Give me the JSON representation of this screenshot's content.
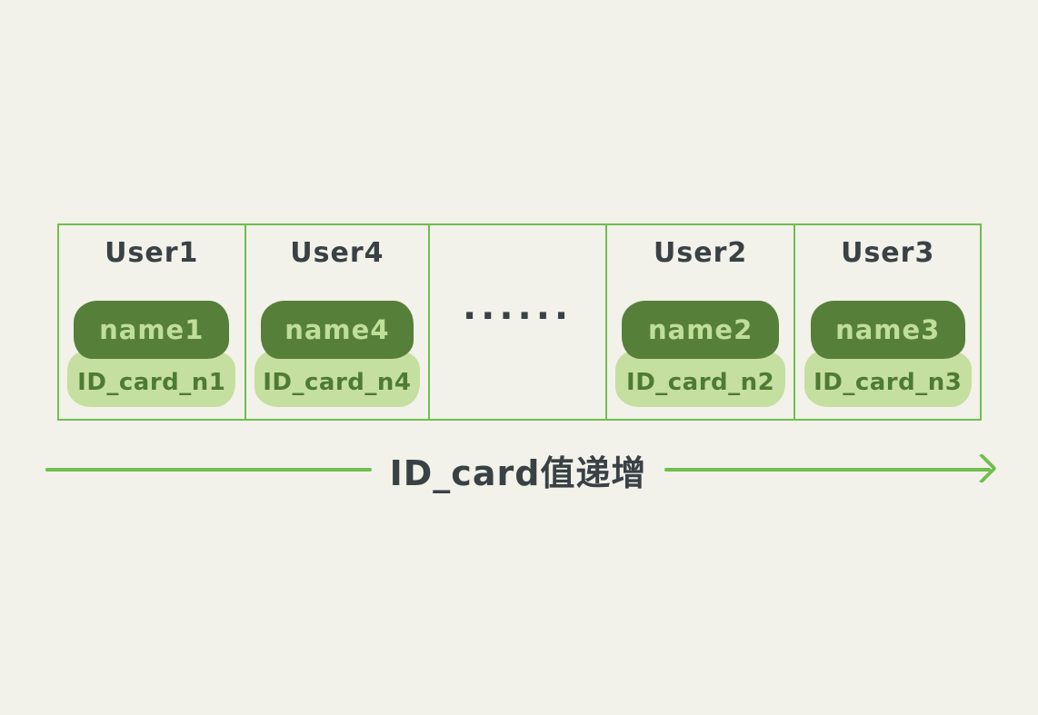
{
  "diagram": {
    "columns": [
      {
        "type": "user",
        "user": "User1",
        "name": "name1",
        "id_card": "ID_card_n1"
      },
      {
        "type": "user",
        "user": "User4",
        "name": "name4",
        "id_card": "ID_card_n4"
      },
      {
        "type": "ellipsis",
        "label": "······"
      },
      {
        "type": "user",
        "user": "User2",
        "name": "name2",
        "id_card": "ID_card_n2"
      },
      {
        "type": "user",
        "user": "User3",
        "name": "name3",
        "id_card": "ID_card_n3"
      }
    ],
    "arrow_label": "ID_card值递增"
  },
  "colors": {
    "background": "#f2f1ea",
    "border_green": "#6fbf4d",
    "pill_dark": "#567f3a",
    "pill_light": "#c5dfa0",
    "name_text": "#bfdf99",
    "id_text": "#4e7b33",
    "title_text": "#3a4145"
  }
}
